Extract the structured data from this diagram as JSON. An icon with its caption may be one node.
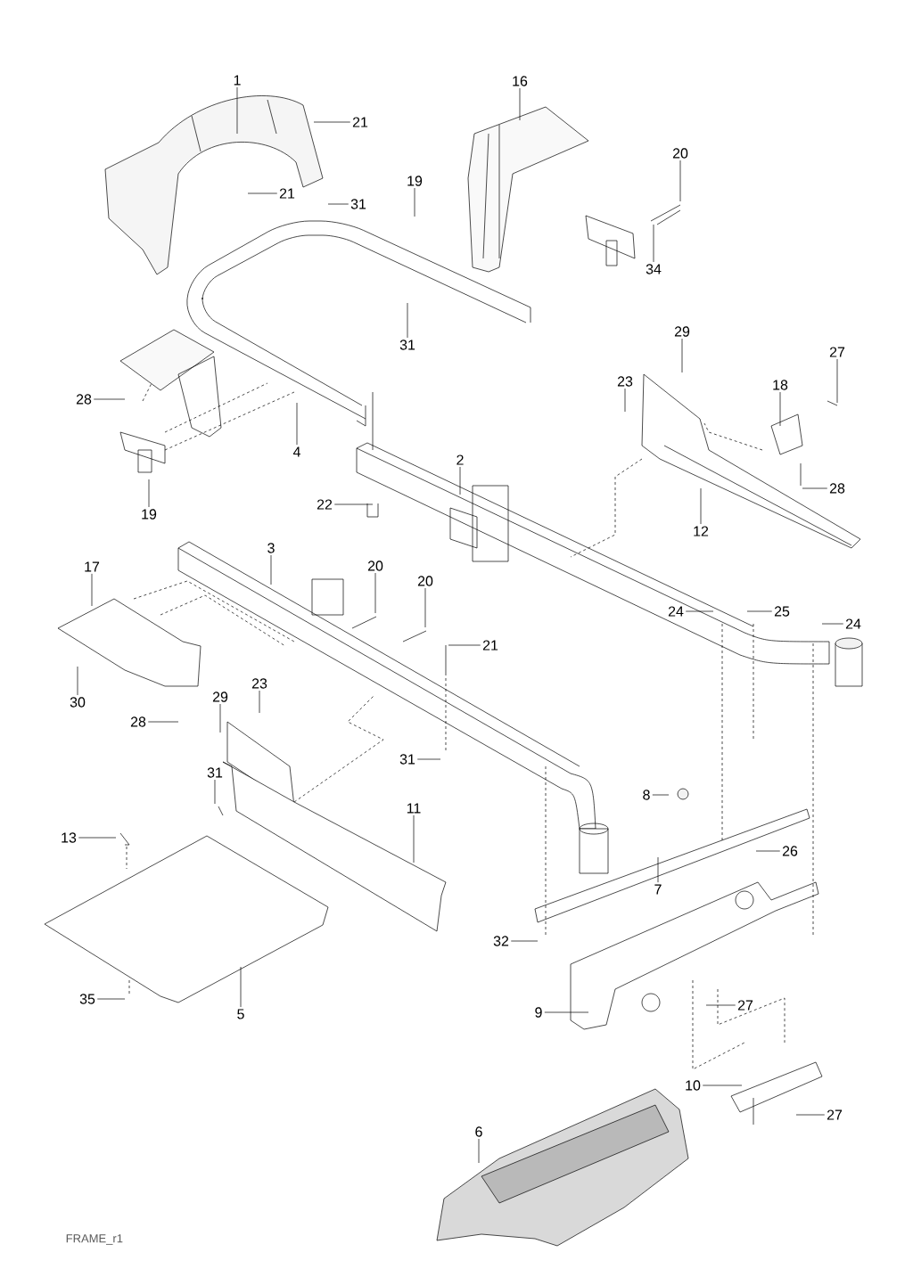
{
  "diagram": {
    "nodes": [
      {
        "text": [
          "1"
        ]
      },
      {
        "text": [
          "16"
        ]
      },
      {
        "text": [
          "21"
        ]
      },
      {
        "text": [
          "20"
        ]
      },
      {
        "text": [
          "19"
        ]
      },
      {
        "text": [
          "21"
        ]
      },
      {
        "text": [
          "31"
        ]
      },
      {
        "text": [
          "34"
        ]
      },
      {
        "text": [
          "31"
        ]
      },
      {
        "text": [
          "29"
        ]
      },
      {
        "text": [
          "27"
        ]
      },
      {
        "text": [
          "23"
        ]
      },
      {
        "text": [
          "18"
        ]
      },
      {
        "text": [
          "28"
        ]
      },
      {
        "text": [
          "4"
        ]
      },
      {
        "text": [
          "2"
        ]
      },
      {
        "text": [
          "28"
        ]
      },
      {
        "text": [
          "22"
        ]
      },
      {
        "text": [
          "19"
        ]
      },
      {
        "text": [
          "12"
        ]
      },
      {
        "text": [
          "3"
        ]
      },
      {
        "text": [
          "17"
        ]
      },
      {
        "text": [
          "20"
        ]
      },
      {
        "text": [
          "20"
        ]
      },
      {
        "text": [
          "24"
        ]
      },
      {
        "text": [
          "25"
        ]
      },
      {
        "text": [
          "24"
        ]
      },
      {
        "text": [
          "21"
        ]
      },
      {
        "text": [
          "23"
        ]
      },
      {
        "text": [
          "29"
        ]
      },
      {
        "text": [
          "30"
        ]
      },
      {
        "text": [
          "28"
        ]
      },
      {
        "text": [
          "31"
        ]
      },
      {
        "text": [
          "31"
        ]
      },
      {
        "text": [
          "8"
        ]
      },
      {
        "text": [
          "11"
        ]
      },
      {
        "text": [
          "13"
        ]
      },
      {
        "text": [
          "26"
        ]
      },
      {
        "text": [
          "7"
        ]
      },
      {
        "text": [
          "32"
        ]
      },
      {
        "text": [
          "35"
        ]
      },
      {
        "text": [
          "27"
        ]
      },
      {
        "text": [
          "9"
        ]
      },
      {
        "text": [
          "5"
        ]
      },
      {
        "text": [
          "10"
        ]
      },
      {
        "text": [
          "27"
        ]
      },
      {
        "text": [
          "6"
        ]
      }
    ],
    "edges": [
      {
        "from": 0,
        "to": null,
        "arrow": "none"
      },
      {
        "from": 1,
        "to": null,
        "arrow": "none"
      },
      {
        "from": 2,
        "to": null,
        "arrow": "none"
      },
      {
        "from": 3,
        "to": null,
        "arrow": "none"
      },
      {
        "from": 4,
        "to": null,
        "arrow": "none"
      },
      {
        "from": 5,
        "to": null,
        "arrow": "none"
      },
      {
        "from": 6,
        "to": null,
        "arrow": "none"
      },
      {
        "from": 7,
        "to": null,
        "arrow": "none"
      },
      {
        "from": 8,
        "to": null,
        "arrow": "none"
      },
      {
        "from": 9,
        "to": null,
        "arrow": "none"
      },
      {
        "from": 10,
        "to": null,
        "arrow": "none"
      },
      {
        "from": 11,
        "to": null,
        "arrow": "none"
      },
      {
        "from": 12,
        "to": null,
        "arrow": "none"
      },
      {
        "from": 13,
        "to": null,
        "arrow": "none"
      },
      {
        "from": 14,
        "to": null,
        "arrow": "none"
      },
      {
        "from": 15,
        "to": null,
        "arrow": "none"
      },
      {
        "from": 16,
        "to": null,
        "arrow": "none"
      },
      {
        "from": 17,
        "to": null,
        "arrow": "none"
      },
      {
        "from": 18,
        "to": null,
        "arrow": "none"
      },
      {
        "from": 19,
        "to": null,
        "arrow": "none"
      },
      {
        "from": 20,
        "to": null,
        "arrow": "none"
      },
      {
        "from": 21,
        "to": null,
        "arrow": "none"
      },
      {
        "from": 22,
        "to": null,
        "arrow": "none"
      },
      {
        "from": 23,
        "to": null,
        "arrow": "none"
      },
      {
        "from": 24,
        "to": null,
        "arrow": "none"
      },
      {
        "from": 25,
        "to": null,
        "arrow": "none"
      },
      {
        "from": 26,
        "to": null,
        "arrow": "none"
      },
      {
        "from": 27,
        "to": null,
        "arrow": "none"
      },
      {
        "from": 28,
        "to": null,
        "arrow": "none"
      },
      {
        "from": 29,
        "to": null,
        "arrow": "none"
      },
      {
        "from": 30,
        "to": null,
        "arrow": "none"
      },
      {
        "from": 31,
        "to": null,
        "arrow": "none"
      },
      {
        "from": 32,
        "to": null,
        "arrow": "none"
      },
      {
        "from": 33,
        "to": null,
        "arrow": "none"
      },
      {
        "from": 34,
        "to": null,
        "arrow": "none"
      },
      {
        "from": 35,
        "to": null,
        "arrow": "none"
      },
      {
        "from": 36,
        "to": null,
        "arrow": "none"
      },
      {
        "from": 37,
        "to": null,
        "arrow": "none"
      },
      {
        "from": 38,
        "to": null,
        "arrow": "none"
      },
      {
        "from": 39,
        "to": null,
        "arrow": "none"
      },
      {
        "from": 40,
        "to": null,
        "arrow": "none"
      },
      {
        "from": 41,
        "to": null,
        "arrow": "none"
      },
      {
        "from": 42,
        "to": null,
        "arrow": "none"
      },
      {
        "from": 43,
        "to": null,
        "arrow": "none"
      },
      {
        "from": 44,
        "to": null,
        "arrow": "none"
      },
      {
        "from": 45,
        "to": null,
        "arrow": "none"
      },
      {
        "from": 46,
        "to": null,
        "arrow": "none"
      }
    ],
    "labels": [
      "FRAME_r1"
    ]
  }
}
